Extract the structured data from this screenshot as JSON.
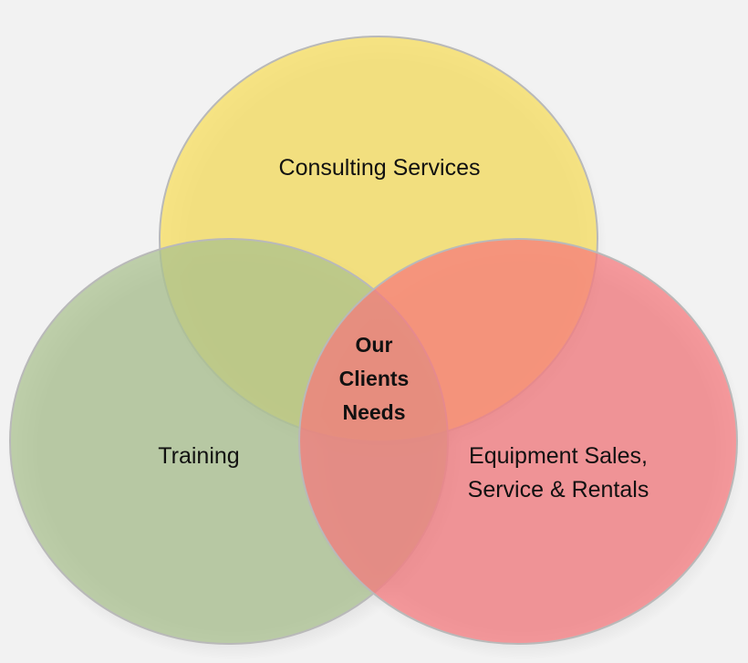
{
  "diagram": {
    "type": "venn",
    "circles": [
      {
        "id": "consulting",
        "label": "Consulting Services",
        "color": "#f7df6a"
      },
      {
        "id": "training",
        "label": "Training",
        "color": "#a9c08e"
      },
      {
        "id": "equipment",
        "label_lines": [
          "Equipment Sales,",
          "Service & Rentals"
        ],
        "color": "#f6777b"
      }
    ],
    "center": {
      "label_lines": [
        "Our",
        "Clients",
        "Needs"
      ]
    }
  },
  "colors": {
    "background": "#f2f2f2",
    "consulting": "#f7df6a",
    "training": "#a9c08e",
    "equipment": "#f6777b",
    "outline": "#b9b9b9"
  }
}
